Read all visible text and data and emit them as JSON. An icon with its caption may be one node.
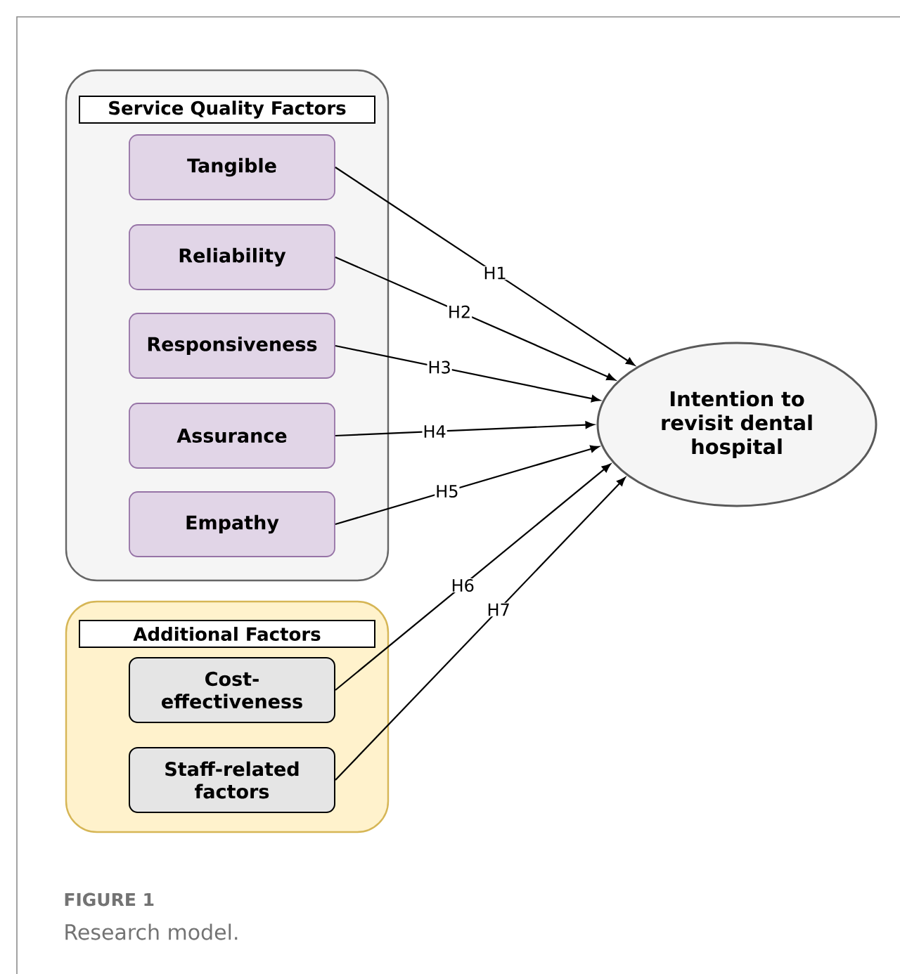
{
  "diagram": {
    "caption": "Research model.",
    "nodes": [
      {
        "text": [
          "Service Quality Factors"
        ]
      },
      {
        "text": [
          "Tangible"
        ],
        "in": 0
      },
      {
        "text": [
          "Reliability"
        ],
        "in": 0
      },
      {
        "text": [
          "Responsiveness"
        ],
        "in": 0
      },
      {
        "text": [
          "Assurance"
        ],
        "in": 0
      },
      {
        "text": [
          "Empathy"
        ],
        "in": 0
      },
      {
        "text": [
          "Additional Factors"
        ]
      },
      {
        "text": [
          "Cost-effectiveness"
        ],
        "in": 6
      },
      {
        "text": [
          "Staff-related factors"
        ],
        "in": 6
      },
      {
        "text": [
          "Intention to revisit dental hospital"
        ]
      }
    ],
    "edges": [
      {
        "from": 1,
        "to": 9,
        "arrow": "to",
        "label": "H1"
      },
      {
        "from": 2,
        "to": 9,
        "arrow": "to",
        "label": "H2"
      },
      {
        "from": 3,
        "to": 9,
        "arrow": "to",
        "label": "H3"
      },
      {
        "from": 4,
        "to": 9,
        "arrow": "to",
        "label": "H4"
      },
      {
        "from": 5,
        "to": 9,
        "arrow": "to",
        "label": "H5"
      },
      {
        "from": 7,
        "to": 9,
        "arrow": "to",
        "label": "H6"
      },
      {
        "from": 8,
        "to": 9,
        "arrow": "to",
        "label": "H7"
      }
    ],
    "labels": [
      "FIGURE 1"
    ]
  }
}
